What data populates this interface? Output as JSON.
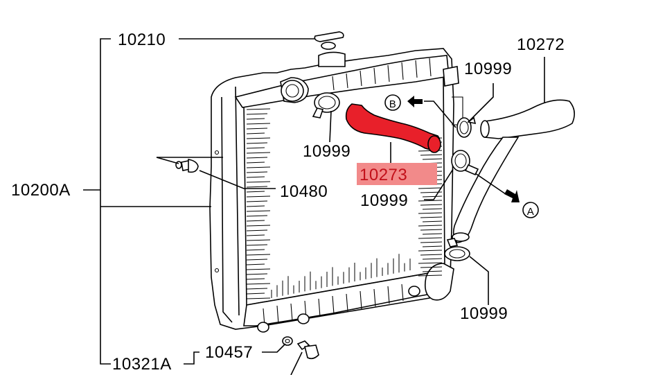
{
  "labels": {
    "cap": "10210",
    "radiator_assy": "10200A",
    "drain_cock": "10480",
    "upper_hose_clamp_left": "10999",
    "upper_hose": "10273",
    "upper_hose_clamp_right": "10999",
    "lower_hose": "10272",
    "lower_hose_clamp_top": "10999",
    "lower_hose_clamp_bottom": "10999",
    "gasket": "10457",
    "plug_assy": "10321A"
  },
  "refs": {
    "a": "A",
    "b": "B"
  },
  "colors": {
    "highlight_hose": "#e8202a",
    "highlight_label_bg": "#f28a8a"
  }
}
